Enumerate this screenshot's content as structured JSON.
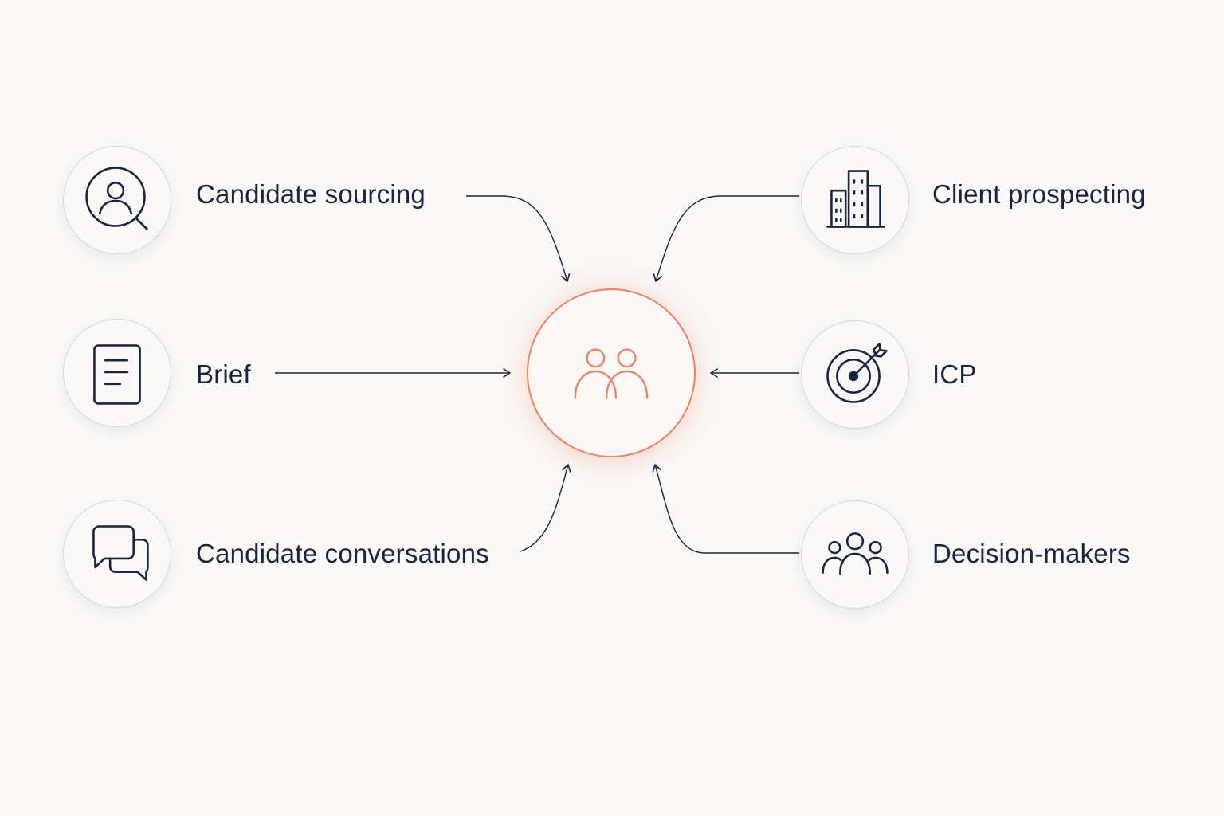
{
  "colors": {
    "background": "#f9f8f6",
    "ink": "#16243f",
    "accent": "#eb8263",
    "node_border": "#d4d5dc"
  },
  "hub": {
    "icon": "people-pair-icon"
  },
  "nodes": {
    "candidate_sourcing": {
      "label": "Candidate sourcing",
      "icon": "person-search-icon"
    },
    "brief": {
      "label": "Brief",
      "icon": "document-icon"
    },
    "candidate_conversations": {
      "label": "Candidate conversations",
      "icon": "chat-bubbles-icon"
    },
    "client_prospecting": {
      "label": "Client prospecting",
      "icon": "buildings-icon"
    },
    "icp": {
      "label": "ICP",
      "icon": "target-icon"
    },
    "decision_makers": {
      "label": "Decision-makers",
      "icon": "group-icon"
    }
  }
}
